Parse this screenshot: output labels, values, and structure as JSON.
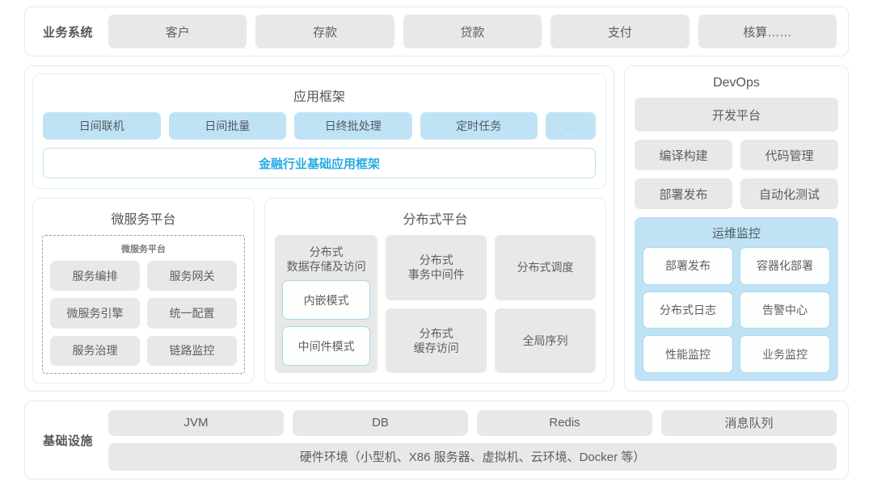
{
  "business": {
    "label": "业务系统",
    "items": [
      "客户",
      "存款",
      "贷款",
      "支付",
      "核算……"
    ]
  },
  "app_framework": {
    "title": "应用框架",
    "items": [
      "日间联机",
      "日间批量",
      "日终批处理",
      "定时任务",
      "..."
    ],
    "base_bar": "金融行业基础应用框架",
    "accent_color": "#29abe2"
  },
  "microservice": {
    "title": "微服务平台",
    "inner_title": "微服务平台",
    "items": [
      "服务编排",
      "服务网关",
      "微服务引擎",
      "统一配置",
      "服务治理",
      "链路监控"
    ]
  },
  "distributed": {
    "title": "分布式平台",
    "col1": {
      "title": "分布式\n数据存储及访问",
      "title_line1": "分布式",
      "title_line2": "数据存储及访问",
      "modes": [
        "内嵌模式",
        "中间件模式"
      ]
    },
    "cells": [
      {
        "line1": "分布式",
        "line2": "事务中间件"
      },
      {
        "line1": "分布式调度",
        "line2": ""
      },
      {
        "line1": "分布式",
        "line2": "缓存访问"
      },
      {
        "line1": "全局序列",
        "line2": ""
      }
    ]
  },
  "devops": {
    "title": "DevOps",
    "platform": "开发平台",
    "pair_row1": [
      "编译构建",
      "代码管理"
    ],
    "pair_row2": [
      "部署发布",
      "自动化测试"
    ],
    "ops": {
      "title": "运维监控",
      "items": [
        "部署发布",
        "容器化部署",
        "分布式日志",
        "告警中心",
        "性能监控",
        "业务监控"
      ]
    }
  },
  "infrastructure": {
    "label": "基础设施",
    "items": [
      "JVM",
      "DB",
      "Redis",
      "消息队列"
    ],
    "hardware": "硬件环境（小型机、X86 服务器、虚拟机、云环境、Docker 等）"
  },
  "colors": {
    "blue_fill": "#bfe3f5",
    "gray_fill": "#e8e8e8",
    "shell_border": "#ddeef5",
    "accent_text": "#29abe2"
  }
}
